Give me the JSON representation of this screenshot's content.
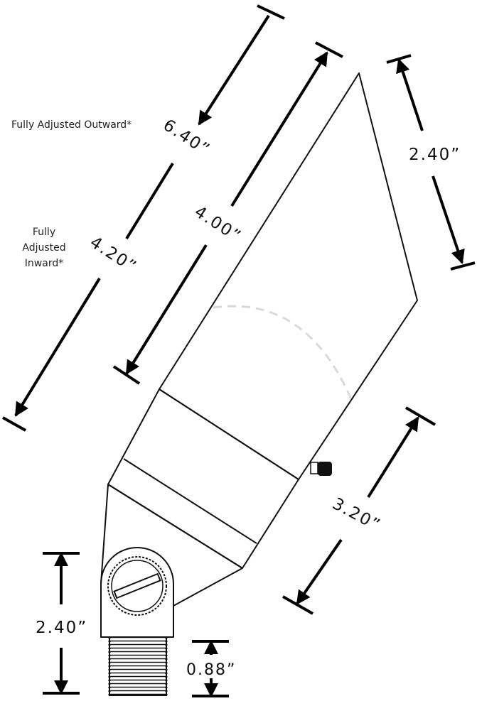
{
  "notes": {
    "outward": "Fully Adjusted Outward*",
    "inward": "Fully Adjusted Inward*"
  },
  "dimensions": {
    "outward_length": "6.40”",
    "inward_length": "4.20”",
    "shroud_length": "4.00”",
    "tip_length": "2.40”",
    "body_length": "3.20”",
    "mount_height": "2.40”",
    "thread_height": "0.88”"
  }
}
